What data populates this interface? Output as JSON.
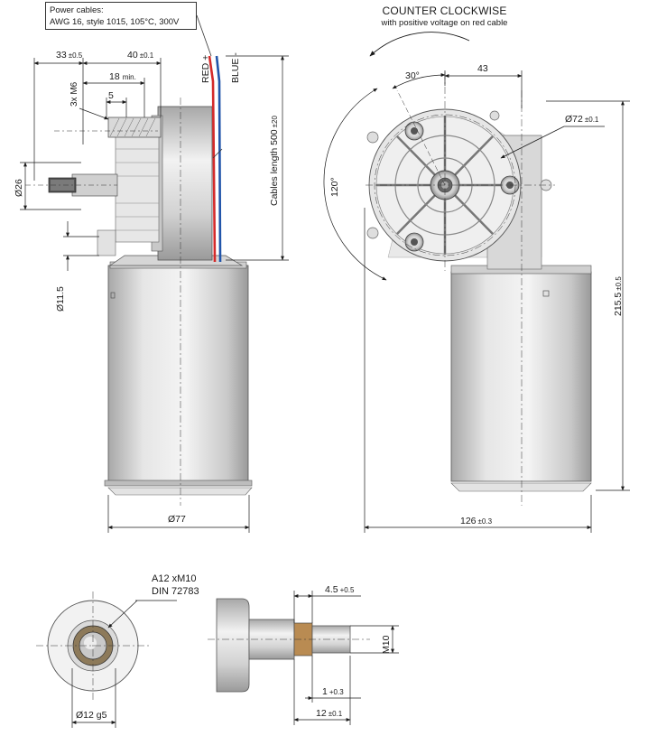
{
  "callout": {
    "line1": "Power cables:",
    "line2": "AWG 16, style 1015, 105°C, 300V"
  },
  "rotation": {
    "title": "COUNTER CLOCKWISE",
    "subtitle": "with positive voltage on red cable"
  },
  "cables": {
    "red_label": "RED +",
    "blue_label": "BLUE -",
    "length_label": "Cables length  500",
    "length_tol": "±20"
  },
  "side_view": {
    "dim_33": "33",
    "dim_33_tol": "±0.5",
    "dim_40": "40",
    "dim_40_tol": "±0.1",
    "dim_18": "18",
    "dim_18_note": "min.",
    "dim_5": "5",
    "thread": "3x M6",
    "dia_26": "Ø26",
    "dia_11_5": "Ø11.5",
    "dia_77": "Ø77"
  },
  "front_view": {
    "angle_30": "30°",
    "dim_43": "43",
    "dia_72": "Ø72",
    "dia_72_tol": "±0.1",
    "angle_120": "120°",
    "height_215": "215.5",
    "height_215_tol": "±0.5",
    "width_126": "126",
    "width_126_tol": "±0.3"
  },
  "shaft_detail": {
    "spline_line1": "A12 xM10",
    "spline_line2": "DIN 72783",
    "dia_12": "Ø12 g5",
    "dim_4_5": "4.5",
    "dim_4_5_tol": "+0.5",
    "thread_m10": "M10",
    "dim_1": "1",
    "dim_1_tol": "+0.3",
    "dim_12": "12",
    "dim_12_tol": "±0.1"
  },
  "colors": {
    "red_cable": "#d42a2a",
    "blue_cable": "#2255aa",
    "motor_body": "#d8d8d8",
    "line": "#1a1a1a"
  }
}
